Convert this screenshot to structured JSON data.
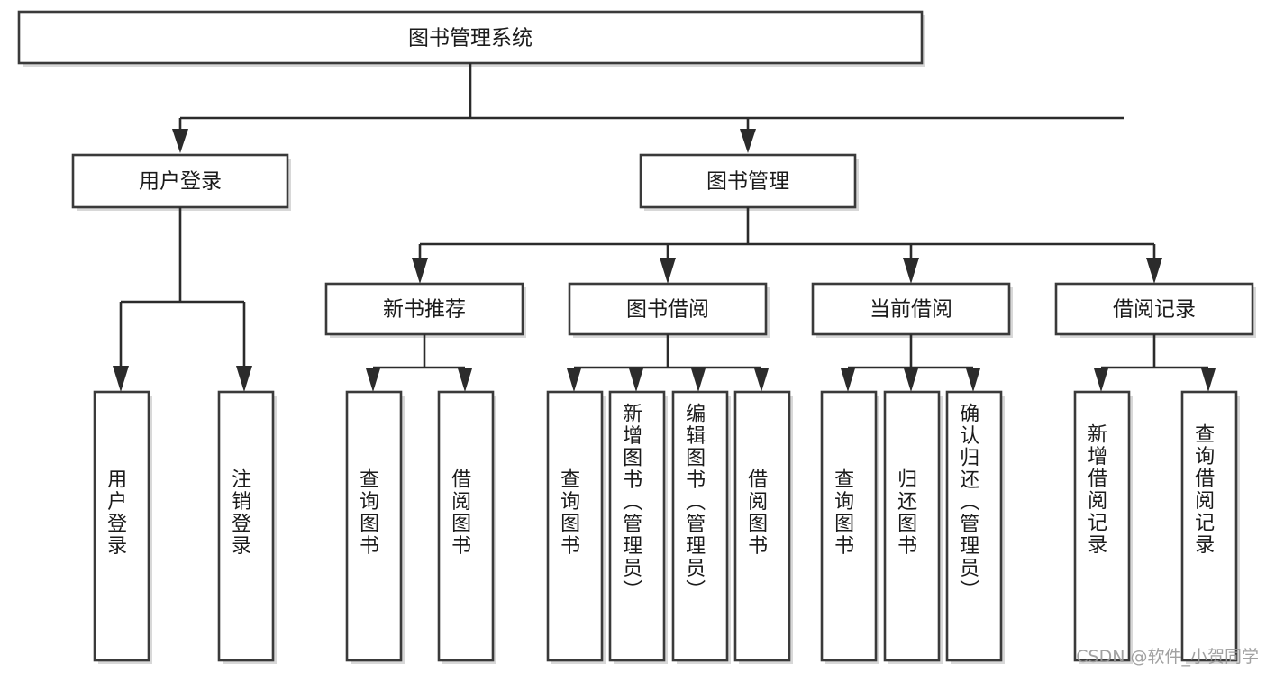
{
  "diagram": {
    "title": "图书管理系统",
    "type": "tree-hierarchy-diagram",
    "colors": {
      "box_stroke": "#3a3a3a",
      "box_fill": "#ffffff",
      "connector": "#2b2b2b",
      "background": "#ffffff",
      "watermark": "#9a9a9a"
    },
    "root": {
      "label": "图书管理系统"
    },
    "level2": [
      {
        "label": "用户登录"
      },
      {
        "label": "图书管理"
      }
    ],
    "level3": [
      {
        "label": "新书推荐"
      },
      {
        "label": "图书借阅"
      },
      {
        "label": "当前借阅"
      },
      {
        "label": "借阅记录"
      }
    ],
    "leaves": {
      "user_login": [
        {
          "label": "用户登录"
        },
        {
          "label": "注销登录"
        }
      ],
      "new_book_recommend": [
        {
          "label": "查询图书"
        },
        {
          "label": "借阅图书"
        }
      ],
      "book_borrow": [
        {
          "label": "查询图书"
        },
        {
          "label": "新增图书（管理员）"
        },
        {
          "label": "编辑图书（管理员）"
        },
        {
          "label": "借阅图书"
        }
      ],
      "current_borrow": [
        {
          "label": "查询图书"
        },
        {
          "label": "归还图书"
        },
        {
          "label": "确认归还（管理员）"
        }
      ],
      "borrow_record": [
        {
          "label": "新增借阅记录"
        },
        {
          "label": "查询借阅记录"
        }
      ]
    }
  },
  "watermark": {
    "text": "CSDN @软件_小贺同学"
  }
}
